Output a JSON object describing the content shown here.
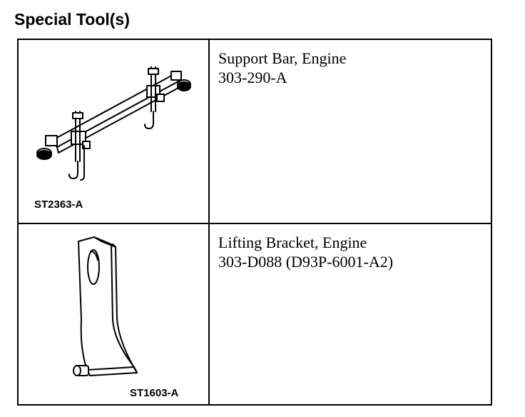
{
  "heading": "Special Tool(s)",
  "tools": [
    {
      "name": "Support Bar, Engine",
      "number": "303-290-A",
      "illustration_code": "ST2363-A",
      "illustration_icon": "engine-support-bar-icon"
    },
    {
      "name": "Lifting Bracket, Engine",
      "number": "303-D088 (D93P-6001-A2)",
      "illustration_code": "ST1603-A",
      "illustration_icon": "engine-lifting-bracket-icon"
    }
  ]
}
